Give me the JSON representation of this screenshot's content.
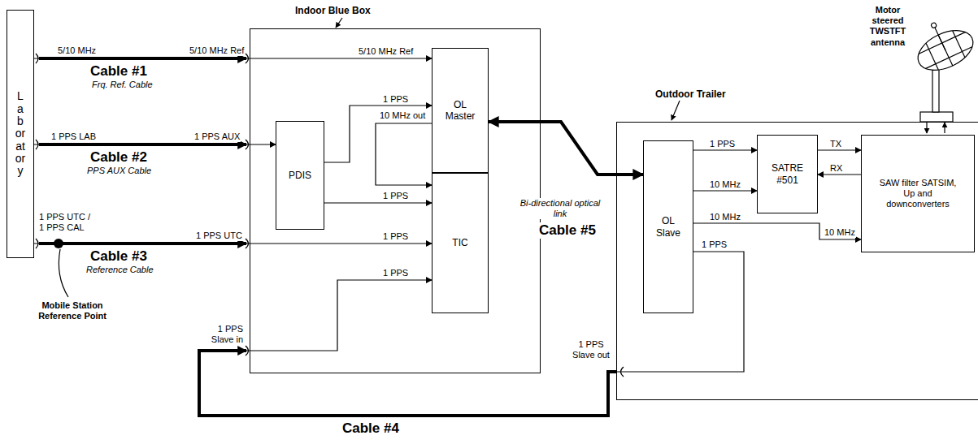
{
  "diagram": {
    "nodes": [
      {
        "text": [
          "Laboratory"
        ]
      },
      {
        "text": [
          "Indoor Blue Box"
        ]
      },
      {
        "text": [
          "OL Master"
        ],
        "in": 1
      },
      {
        "text": [
          "TIC"
        ],
        "in": 1
      },
      {
        "text": [
          "PDIS"
        ],
        "in": 1
      },
      {
        "text": [
          "Outdoor Trailer"
        ]
      },
      {
        "text": [
          "OL Slave"
        ],
        "in": 5
      },
      {
        "text": [
          "SATRE #501"
        ],
        "in": 5
      },
      {
        "text": [
          "SAW filter SATSIM, Up and downconverters"
        ],
        "in": 5
      }
    ],
    "edges": [
      {
        "from": 0,
        "to": 2,
        "arrow": "to",
        "label": "5/10 MHz Ref"
      },
      {
        "from": 0,
        "to": 4,
        "arrow": "to"
      },
      {
        "from": 4,
        "to": 2,
        "arrow": "to",
        "label": "1 PPS"
      },
      {
        "from": 4,
        "to": 3,
        "arrow": "to",
        "label": "1 PPS"
      },
      {
        "from": 2,
        "to": 3,
        "arrow": "to",
        "label": "10 MHz out"
      },
      {
        "from": 0,
        "to": 3,
        "arrow": "to",
        "label": "1 PPS"
      },
      {
        "from": 6,
        "to": 3,
        "arrow": "to",
        "label": "1 PPS"
      },
      {
        "from": 2,
        "to": 6,
        "arrow": "both",
        "label": "Cable #5"
      },
      {
        "from": 6,
        "to": 7,
        "arrow": "to",
        "label": "1 PPS"
      },
      {
        "from": 6,
        "to": 7,
        "arrow": "to",
        "label": "10 MHz"
      },
      {
        "from": 7,
        "to": 8,
        "arrow": "to",
        "label": "TX"
      },
      {
        "from": 8,
        "to": 7,
        "arrow": "to",
        "label": "RX"
      },
      {
        "from": 6,
        "to": 8,
        "arrow": "to",
        "label": "10 MHz"
      }
    ],
    "labels": [
      "5/10 MHz",
      "5/10 MHz Ref",
      "Cable #1",
      "Frq. Ref. Cable",
      "1 PPS LAB",
      "1 PPS AUX",
      "Cable #2",
      "PPS AUX Cable",
      "1 PPS UTC / 1 PPS CAL",
      "1 PPS UTC",
      "Cable #3",
      "Reference Cable",
      "Mobile Station Reference Point",
      "1 PPS Slave in",
      "Cable #4",
      "1 PPS Slave out",
      "1 PPS",
      "10 MHz",
      "Bi-directional optical link",
      "Motor steered TWSTFT antenna"
    ]
  }
}
